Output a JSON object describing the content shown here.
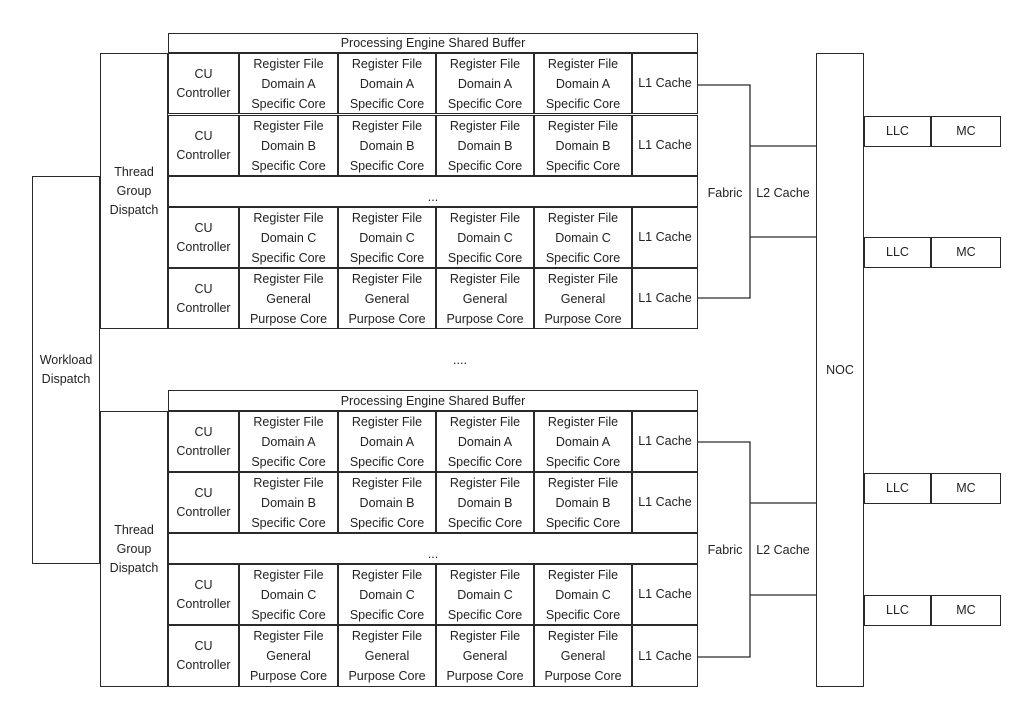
{
  "workload_dispatch": [
    "Workload",
    "Dispatch"
  ],
  "thread_group_dispatch": [
    "Thread",
    "Group",
    "Dispatch"
  ],
  "shared_buffer_label": "Processing Engine Shared Buffer",
  "cu_controller": [
    "CU",
    "Controller"
  ],
  "rows": [
    {
      "core": [
        "Register File",
        "Domain A",
        "Specific Core"
      ],
      "l1": "L1 Cache"
    },
    {
      "core": [
        "Register File",
        "Domain B",
        "Specific Core"
      ],
      "l1": "L1 Cache"
    },
    {
      "core": [
        "Register File",
        "Domain C",
        "Specific Core"
      ],
      "l1": "L1 Cache"
    },
    {
      "core": [
        "Register File",
        "General",
        "Purpose Core"
      ],
      "l1": "L1 Cache"
    }
  ],
  "row_ellipsis": "...",
  "cluster_ellipsis": "....",
  "fabric": "Fabric",
  "l2_cache": "L2 Cache",
  "noc": "NOC",
  "memory": [
    {
      "llc": "LLC",
      "mc": "MC"
    },
    {
      "llc": "LLC",
      "mc": "MC"
    },
    {
      "llc": "LLC",
      "mc": "MC"
    },
    {
      "llc": "LLC",
      "mc": "MC"
    }
  ]
}
